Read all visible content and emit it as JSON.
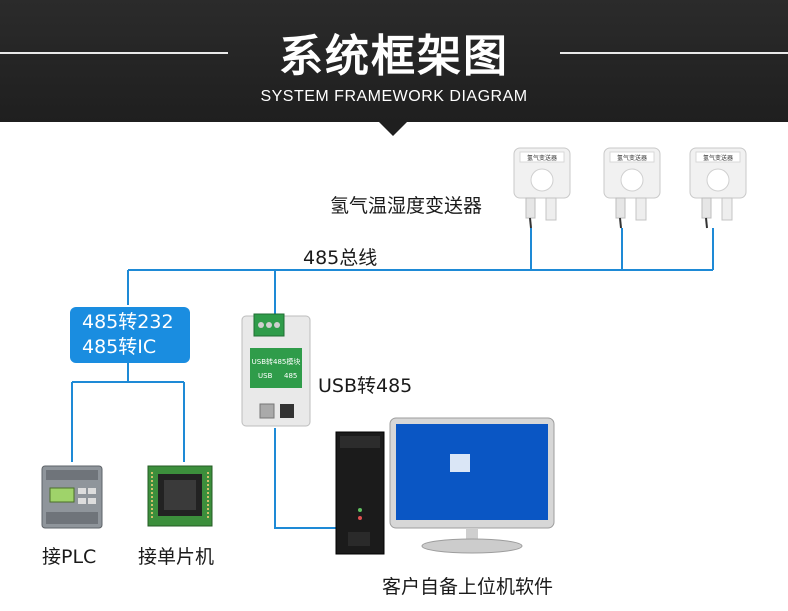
{
  "header": {
    "title": "系统框架图",
    "subtitle": "SYSTEM FRAMEWORK DIAGRAM"
  },
  "diagram": {
    "sensors_label": "氢气温湿度变送器",
    "sensor_housing_text": "氢气变送器",
    "bus_label": "485总线",
    "converter_line1": "485转232",
    "converter_line2": "485转IC",
    "usb_module_label": "USB转485",
    "usb_module_text1": "USB转485模块",
    "usb_module_text2": "USB",
    "usb_module_text3": "485",
    "plc_label": "接PLC",
    "mcu_label": "接单片机",
    "pc_label": "客户自备上位机软件"
  },
  "colors": {
    "wire": "#1e8ad6",
    "header_bg": "#222222",
    "converter_bg": "#1a8de0",
    "module_green": "#2f9c4a"
  }
}
